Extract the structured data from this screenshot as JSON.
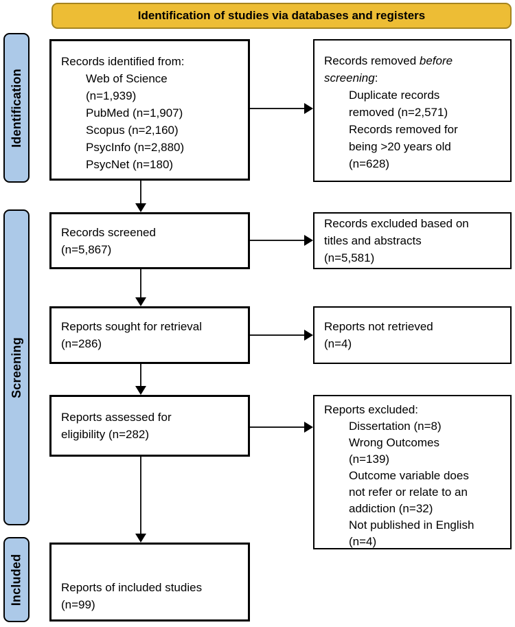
{
  "banner": {
    "title": "Identification of studies via databases and registers"
  },
  "sidebar": {
    "identification": "Identification",
    "screening": "Screening",
    "included": "Included"
  },
  "colors": {
    "banner_fill": "#EDBD35",
    "banner_border": "#A5841F",
    "stage_fill": "#ACC9E8",
    "box_border": "#000000",
    "text": "#000000"
  },
  "boxes": {
    "identified": {
      "heading": "Records identified from:",
      "items": [
        "Web of Science\n(n=1,939)",
        "PubMed (n=1,907)",
        "Scopus (n=2,160)",
        "PsycInfo (n=2,880)",
        "PsycNet (n=180)"
      ]
    },
    "removed": {
      "heading_prefix": "Records removed ",
      "heading_italic": "before screening",
      "heading_suffix": ":",
      "items": [
        "Duplicate records\nremoved (n=2,571)",
        "Records removed for\nbeing >20 years old\n(n=628)"
      ]
    },
    "screened": {
      "text": "Records screened\n(n=5,867)"
    },
    "excluded_titles": {
      "text": "Records excluded based on\ntitles and abstracts\n(n=5,581)"
    },
    "sought": {
      "text": "Reports sought for retrieval\n(n=286)"
    },
    "not_retrieved": {
      "text": "Reports not retrieved\n(n=4)"
    },
    "assessed": {
      "text": "Reports assessed for\neligibility (n=282)"
    },
    "excluded": {
      "heading": "Reports excluded:",
      "items": [
        "Dissertation (n=8)",
        "Wrong Outcomes\n(n=139)",
        "Outcome variable does\nnot refer or relate to an\naddiction (n=32)",
        "Not published in English\n(n=4)"
      ]
    },
    "included": {
      "text": "Reports of included studies\n(n=99)"
    }
  }
}
